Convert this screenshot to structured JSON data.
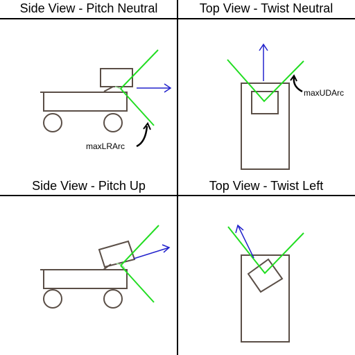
{
  "panels": {
    "side_neutral": {
      "title": "Side View - Pitch Neutral",
      "label": "maxLRArc"
    },
    "top_neutral": {
      "title": "Top View - Twist Neutral",
      "label": "maxUDArc"
    },
    "side_up": {
      "title": "Side View - Pitch Up"
    },
    "top_left": {
      "title": "Top View - Twist Left"
    }
  },
  "colors": {
    "body": "#5a4e46",
    "arc": "#22dd22",
    "arrow": "#2222cc",
    "annotation": "#000000"
  }
}
